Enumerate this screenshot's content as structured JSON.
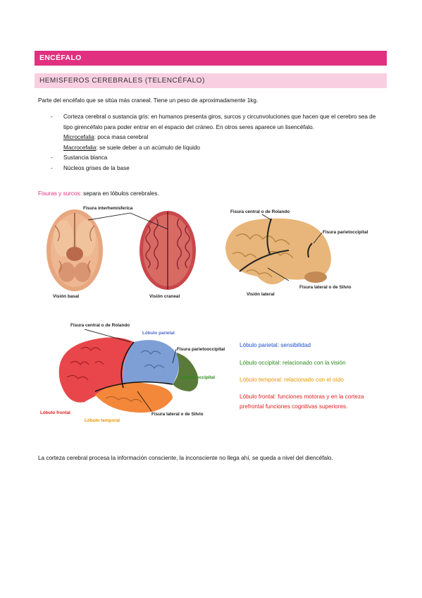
{
  "header": {
    "title": "ENCÉFALO",
    "subtitle": "HEMISFEROS CEREBRALES (TELENCÉFALO)"
  },
  "intro": "Parte del encéfalo que se sitúa más craneal. Tiene un peso de aproximadamente 1kg.",
  "bullets": {
    "corteza": "Corteza cerebral o sustancia gris: en humanos presenta giros, surcos y circunvoluciones que hacen que el cerebro sea de tipo girencéfalo para poder entrar en el espacio del cráneo. En otros seres aparece un lisencéfalo.",
    "micro_term": "Microcefalia",
    "micro_def": ": poca masa cerebral",
    "macro_term": "Macrocefalia",
    "macro_def": ": se suele deber a un acúmulo de líquido",
    "blanca": "Sustancia blanca",
    "nucleos": "Núcleos grises de la base",
    "dash": "-"
  },
  "fisuras": {
    "term": "Fisuras y surcos:",
    "text": " separa en lóbulos cerebrales."
  },
  "figure1": {
    "fisura_inter": "Fisura interhemisferica",
    "vision_basal": "Visión basal",
    "vision_craneal": "Visión craneal",
    "fisura_central": "Fisura central o de Rolando",
    "fisura_parieto": "Fisura parietoccipital",
    "fisura_lateral": "Fisura lateral o de Silvio",
    "vision_lateral": "Visión lateral"
  },
  "figure2": {
    "fisura_central": "Fisura central o de Rolando",
    "lobulo_parietal": "Lóbulo parietal",
    "fisura_parieto": "Fisura parietooccipital",
    "lobulo_occipital": "Lóbulo occipital",
    "lobulo_frontal": "Lóbulo frontal",
    "lobulo_temporal": "Lóbulo temporal",
    "fisura_lateral": "Fisura lateral o de Silvio"
  },
  "lobulos": {
    "parietal": "Lóbulo parietal: sensibilidad",
    "occipital": "Lóbulo occipital: relacionado con la visión",
    "temporal": "Lóbulo temporal: relacionado con el oído",
    "frontal": "Lóbulo frontal: funciones motoras y en la corteza prefrontal funciones cognitivas superiores."
  },
  "final": "La corteza cerebral procesa la información consciente, la inconsciente no llega ahí, se queda a nivel del diencéfalo.",
  "colors": {
    "accent": "#e0307f",
    "accent_light": "#f8cfe1",
    "parietal": "#1a50c8",
    "occipital": "#2a8a1a",
    "temporal": "#e89400",
    "frontal": "#e02020"
  }
}
